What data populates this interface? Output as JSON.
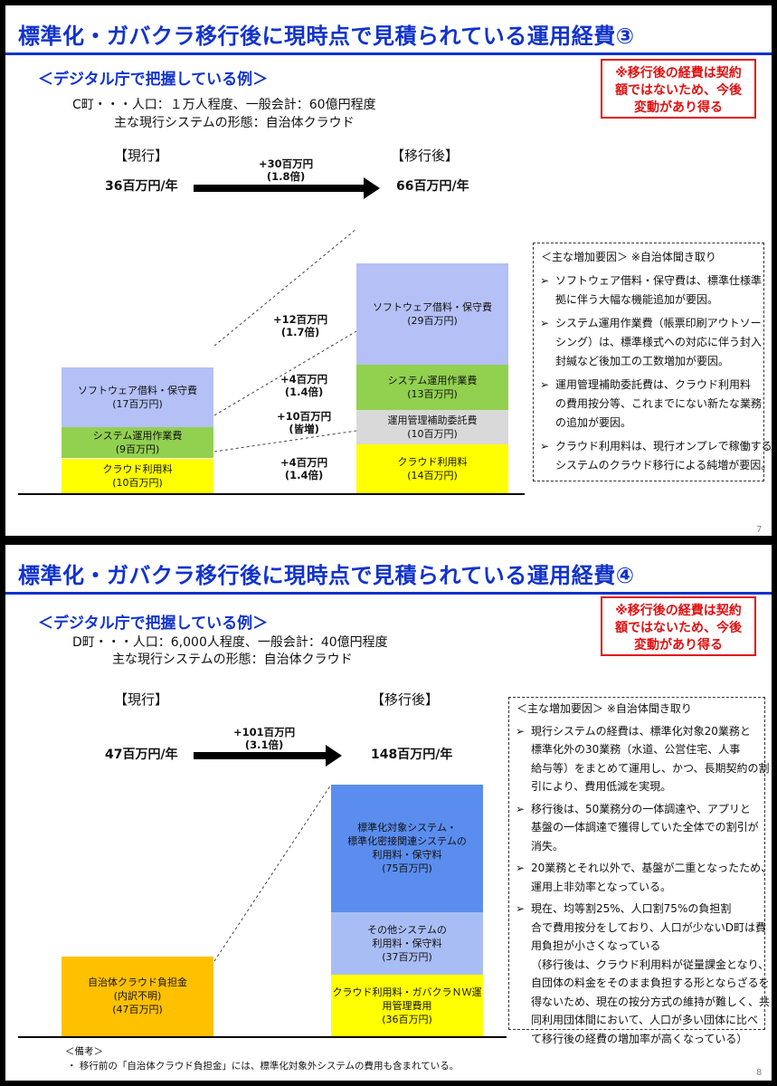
{
  "slide1": {
    "title": "標準化・ガバクラ移行後に現時点で見積られている運用経費③",
    "subtitle": "＜デジタル庁で把握している例＞",
    "warning": [
      "※移行後の経費は契約",
      "額ではないため、今後",
      "変動があり得る"
    ],
    "info_line1": "C町・・・人口：１万人程度、一般会計：60億円程度",
    "info_line2": "主な現行システムの形態：自治体クラウド",
    "current_label": "【現行】",
    "after_label": "【移行後】",
    "current_amount": "36百万円/年",
    "after_amount": "66百万円/年",
    "arrow_diff": "+30百万円",
    "arrow_ratio": "(1.8倍)",
    "colors": {
      "software": "#b4c0f6",
      "system_ops": "#92d050",
      "aux": "#d9d9d9",
      "cloud": "#ffff00"
    },
    "current_bar": [
      {
        "line1": "ソフトウェア借料・保守費",
        "line2": "(17百万円)",
        "value": 17,
        "color": "software"
      },
      {
        "line1": "システム運用作業費",
        "line2": "(9百万円)",
        "value": 9,
        "color": "system_ops"
      },
      {
        "line1": "クラウド利用料",
        "line2": "(10百万円)",
        "value": 10,
        "color": "cloud"
      }
    ],
    "after_bar": [
      {
        "line1": "ソフトウェア借料・保守費",
        "line2": "(29百万円)",
        "value": 29,
        "color": "software"
      },
      {
        "line1": "システム運用作業費",
        "line2": "(13百万円)",
        "value": 13,
        "color": "system_ops"
      },
      {
        "line1": "運用管理補助委託費",
        "line2": "(10百万円)",
        "value": 10,
        "color": "aux"
      },
      {
        "line1": "クラウド利用料",
        "line2": "(14百万円)",
        "value": 14,
        "color": "cloud"
      }
    ],
    "diffs": [
      {
        "a": "+12百万円",
        "b": "(1.7倍)"
      },
      {
        "a": "+4百万円",
        "b": "(1.4倍)"
      },
      {
        "a": "+10百万円",
        "b": "(皆増)"
      },
      {
        "a": "+4百万円",
        "b": "(1.4倍)"
      }
    ],
    "factors_header": "＜主な増加要因＞ ※自治体聞き取り",
    "factors": [
      [
        "ソフトウェア借料・保守費は、標準仕様準",
        "拠に伴う大幅な機能追加が要因。"
      ],
      [
        "システム運用作業費（帳票印刷アウトソー",
        "シング）は、標準様式への対応に伴う封入",
        "封緘など後加工の工数増加が要因。"
      ],
      [
        "運用管理補助委託費は、クラウド利用料",
        "の費用按分等、これまでにない新たな業務",
        "の追加が要因。"
      ],
      [
        "クラウド利用料は、現行オンプレで稼働する",
        "システムのクラウド移行による純増が要因。"
      ]
    ],
    "bullet_mark": "➢",
    "page_number": "7"
  },
  "slide2": {
    "title": "標準化・ガバクラ移行後に現時点で見積られている運用経費④",
    "subtitle": "＜デジタル庁で把握している例＞",
    "warning": [
      "※移行後の経費は契約",
      "額ではないため、今後",
      "変動があり得る"
    ],
    "info_line1": "D町・・・人口：6,000人程度、一般会計：40億円程度",
    "info_line2": "主な現行システムの形態：自治体クラウド",
    "current_label": "【現行】",
    "after_label": "【移行後】",
    "current_amount": "47百万円/年",
    "after_amount": "148百万円/年",
    "arrow_diff": "+101百万円",
    "arrow_ratio": "(3.1倍)",
    "colors": {
      "burden": "#ffc000",
      "standard": "#5b8def",
      "other": "#a9bdf5",
      "cloud": "#ffff00"
    },
    "current_bar": [
      {
        "lines": [
          "自治体クラウド負担金",
          "(内訳不明)",
          "(47百万円)"
        ],
        "value": 47,
        "color": "burden"
      }
    ],
    "after_bar": [
      {
        "lines": [
          "標準化対象システム・",
          "標準化密接関連システムの",
          "利用料・保守料",
          "(75百万円)"
        ],
        "value": 75,
        "color": "standard"
      },
      {
        "lines": [
          "その他システムの",
          "利用料・保守料",
          "(37百万円)"
        ],
        "value": 37,
        "color": "other"
      },
      {
        "lines": [
          "クラウド利用料・ガバクラＮＷ運",
          "用管理費用",
          "(36百万円)"
        ],
        "value": 36,
        "color": "cloud"
      }
    ],
    "factors_header": "＜主な増加要因＞ ※自治体聞き取り",
    "factors": [
      [
        "現行システムの経費は、標準化対象20業務と",
        "標準化外の30業務（水道、公営住宅、人事",
        "給与等）をまとめて運用し、かつ、長期契約の割",
        "引により、費用低減を実現。"
      ],
      [
        "移行後は、50業務分の一体調達や、アプリと",
        "基盤の一体調達で獲得していた全体での割引が",
        "消失。"
      ],
      [
        "20業務とそれ以外で、基盤が二重となったため、",
        "運用上非効率となっている。"
      ],
      [
        "現在、均等割25%、人口割75%の負担割",
        "合で費用按分をしており、人口が少ないD町は費",
        "用負担が小さくなっている",
        "（移行後は、クラウド利用料が従量課金となり、",
        "自団体の料金をそのまま負担する形とならざるを",
        "得ないため、現在の按分方式の維持が難しく、共",
        "同利用団体間において、人口が多い団体に比べ",
        "て移行後の経費の増加率が高くなっている）"
      ]
    ],
    "bullet_mark": "➢",
    "notes_header": "＜備考＞",
    "note": "・ 移行前の「自治体クラウド負担金」には、標準化対象外システムの費用も含まれている。",
    "page_number": "8"
  }
}
